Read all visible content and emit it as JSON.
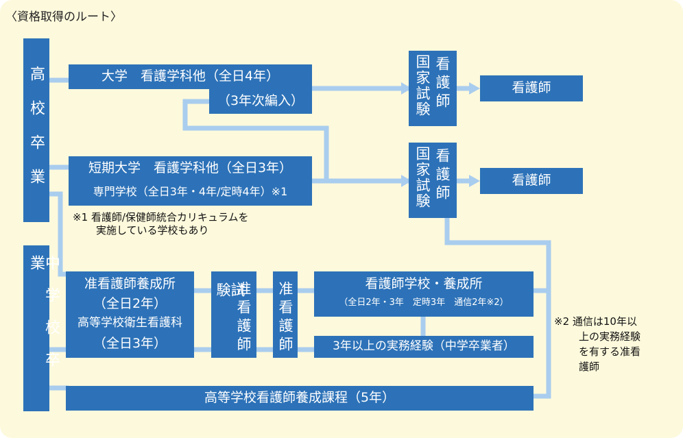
{
  "title": "〈資格取得のルート〉",
  "colors": {
    "box": "#2d72b8",
    "line": "#a9cdee",
    "background": "#fdf9dc"
  },
  "left_labels": {
    "high": "高校卒業",
    "middle": "中学校卒業"
  },
  "boxes": {
    "univ": "大学　看護学科他（全日4年）",
    "transfer": "（3年次編入）",
    "junior_college": "短期大学　看護学科他（全日3年）",
    "vocational": "専門学校（全日3年・4年/定時4年）※1",
    "assoc_school": {
      "line1": "准看護師養成所",
      "line2": "（全日2年）",
      "line3": "高等学校衛生看護科",
      "line4": "（全日3年）"
    },
    "assoc_exam_a": "試験",
    "assoc_exam_b": "准看護師",
    "assoc_nurse": "准看護師",
    "nursing_school": "看護師学校・養成所",
    "nursing_school_sub": "（全日2年・3年　定時3年　通信2年※2）",
    "experience": "3年以上の実務経験（中学卒業者）",
    "highschool_course": "高等学校看護師養成課程（5年）",
    "exam1_a": "看護師",
    "exam1_b": "国家試験",
    "exam2_a": "看護師",
    "exam2_b": "国家試験",
    "result1": "看護師",
    "result2": "看護師"
  },
  "notes": {
    "note1_line1": "※1 看護師/保健師統合カリキュラムを",
    "note1_line2": "実施している学校もあり",
    "note2_line1": "※2 通信は10年以",
    "note2_line2": "上の実務経験",
    "note2_line3": "を有する准看",
    "note2_line4": "護師"
  }
}
